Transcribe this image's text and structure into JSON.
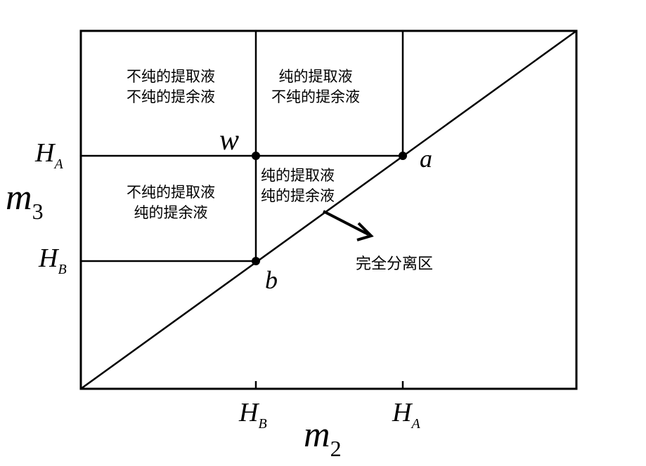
{
  "regions": {
    "top_left": [
      "不纯的提取液",
      "不纯的提余液"
    ],
    "top_middle": [
      "纯的提取液",
      "不纯的提余液"
    ],
    "middle_left": [
      "不纯的提取液",
      "纯的提余液"
    ],
    "middle_center": [
      "纯的提取液",
      "纯的提余液"
    ],
    "complete_separation": "完全分离区"
  },
  "points": {
    "w": "w",
    "a": "a",
    "b": "b"
  },
  "axes": {
    "x_label": "m",
    "x_sub": "2",
    "y_label": "m",
    "y_sub": "3",
    "x_ticks": [
      {
        "main": "H",
        "sub": "B"
      },
      {
        "main": "H",
        "sub": "A"
      }
    ],
    "y_ticks": [
      {
        "main": "H",
        "sub": "A"
      },
      {
        "main": "H",
        "sub": "B"
      }
    ]
  }
}
